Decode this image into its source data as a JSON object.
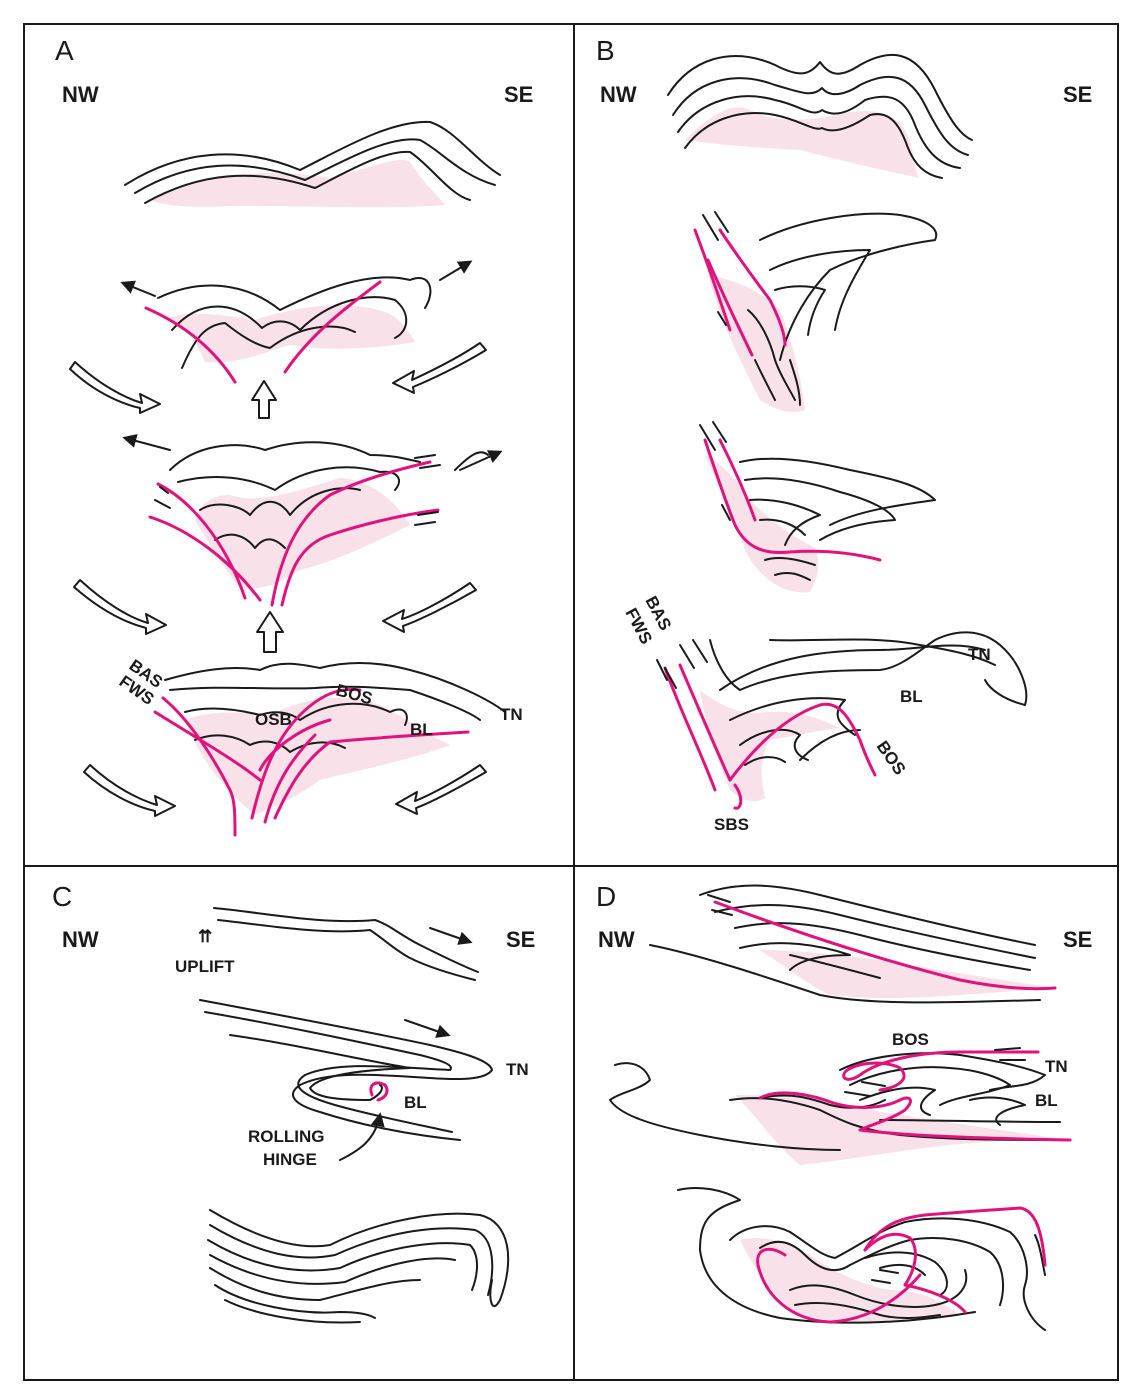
{
  "panels": {
    "a": {
      "letter": "A",
      "left": "NW",
      "right": "SE",
      "labels": {
        "bas": "BAS",
        "fws": "FWS",
        "osb": "OSB",
        "bos": "BOS",
        "bl": "BL",
        "tn": "TN"
      }
    },
    "b": {
      "letter": "B",
      "left": "NW",
      "right": "SE",
      "labels": {
        "bas": "BAS",
        "fws": "FWS",
        "tn": "TN",
        "bl": "BL",
        "bos": "BOS",
        "sbs": "SBS"
      }
    },
    "c": {
      "letter": "C",
      "left": "NW",
      "right": "SE",
      "labels": {
        "uplift": "UPLIFT",
        "tn": "TN",
        "bl": "BL",
        "rolling1": "ROLLING",
        "rolling2": "HINGE"
      }
    },
    "d": {
      "letter": "D",
      "left": "NW",
      "right": "SE",
      "labels": {
        "bos": "BOS",
        "tn": "TN",
        "bl": "BL"
      }
    }
  },
  "colors": {
    "ink": "#1a1a1a",
    "fault": "#e0137d",
    "fill": "#f9e1ea"
  }
}
